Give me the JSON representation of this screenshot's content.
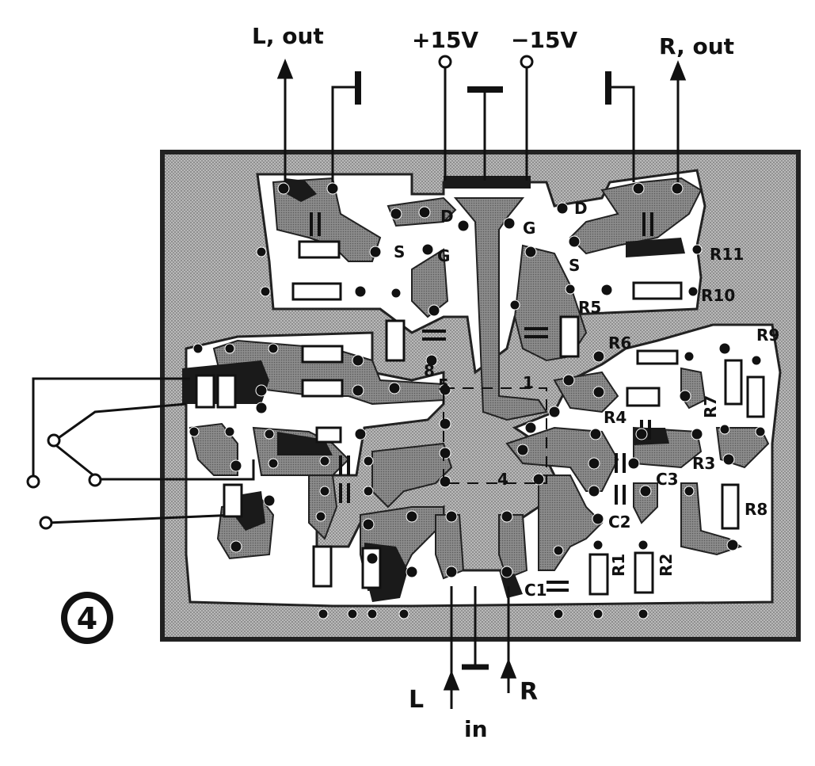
{
  "figure": {
    "number": "4"
  },
  "terminals": {
    "left_out": "L, out",
    "plus_supply": "+15V",
    "minus_supply": "−15V",
    "right_out": "R, out",
    "left_in": "L",
    "right_in": "R",
    "input": "in"
  },
  "ic_pins": {
    "pin_1": "1",
    "pin_4": "4",
    "pin_5": "5",
    "pin_8": "8"
  },
  "fet_labels": {
    "left_drain": "D",
    "left_source": "S",
    "left_gate": "G",
    "right_drain": "D",
    "right_source": "S",
    "right_gate": "G"
  },
  "components": {
    "r1": "R1",
    "r2": "R2",
    "r3": "R3",
    "r4": "R4",
    "r5": "R5",
    "r6": "R6",
    "r7": "R7",
    "r8": "R8",
    "r9": "R9",
    "r10": "R10",
    "r11": "R11",
    "c1": "C1",
    "c2": "C2",
    "c3": "C3"
  }
}
